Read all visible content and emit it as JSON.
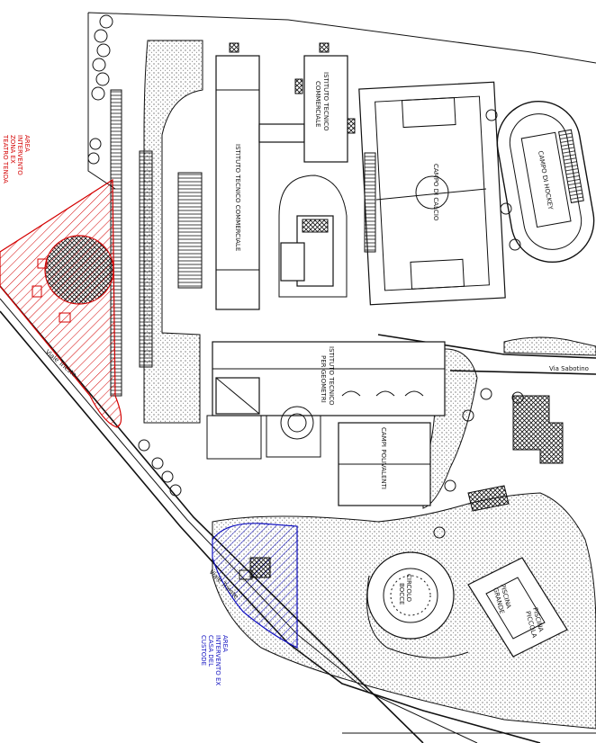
{
  "map": {
    "colors": {
      "red_area": "#d40000",
      "blue_area": "#1010c0",
      "ink": "#111111"
    },
    "red_area": {
      "lines": [
        "AREA",
        "INTERVENTO",
        "ZONA EX",
        "TEATRO TENDA"
      ]
    },
    "blue_area": {
      "lines": [
        "AREA",
        "INTERVENTO EX",
        "CASA DEL",
        "CUSTODE"
      ]
    },
    "buildings": {
      "istituto_tecnico_commerciale_main": "ISTITUTO TECNICO COMMERCIALE",
      "istituto_tecnico_commerciale_annex": [
        "ISTITUTO TECNICO",
        "COMMERCIALE"
      ],
      "istituto_tecnico_per_geometri": [
        "ISTITUTO TECNICO",
        "PER GEOMETRI"
      ],
      "campo_di_calcio": "CAMPO DI CALCIO",
      "campo_di_hockey": "CAMPO DI HOCKEY",
      "campi_polivalenti": "CAMPI POLIVALENTI",
      "circolo_bocce": [
        "CIRCOLO",
        "BOCCE"
      ],
      "piscina_grande": [
        "PISCINA",
        "GRANDE"
      ],
      "piscina_piccola": [
        "PISCINA",
        "PICCOLA"
      ]
    },
    "streets": {
      "viale_trieste_north": "Viale Trieste",
      "viale_trieste_south": "Viale Trieste",
      "via_sabotino": "Via Sabotino"
    }
  }
}
